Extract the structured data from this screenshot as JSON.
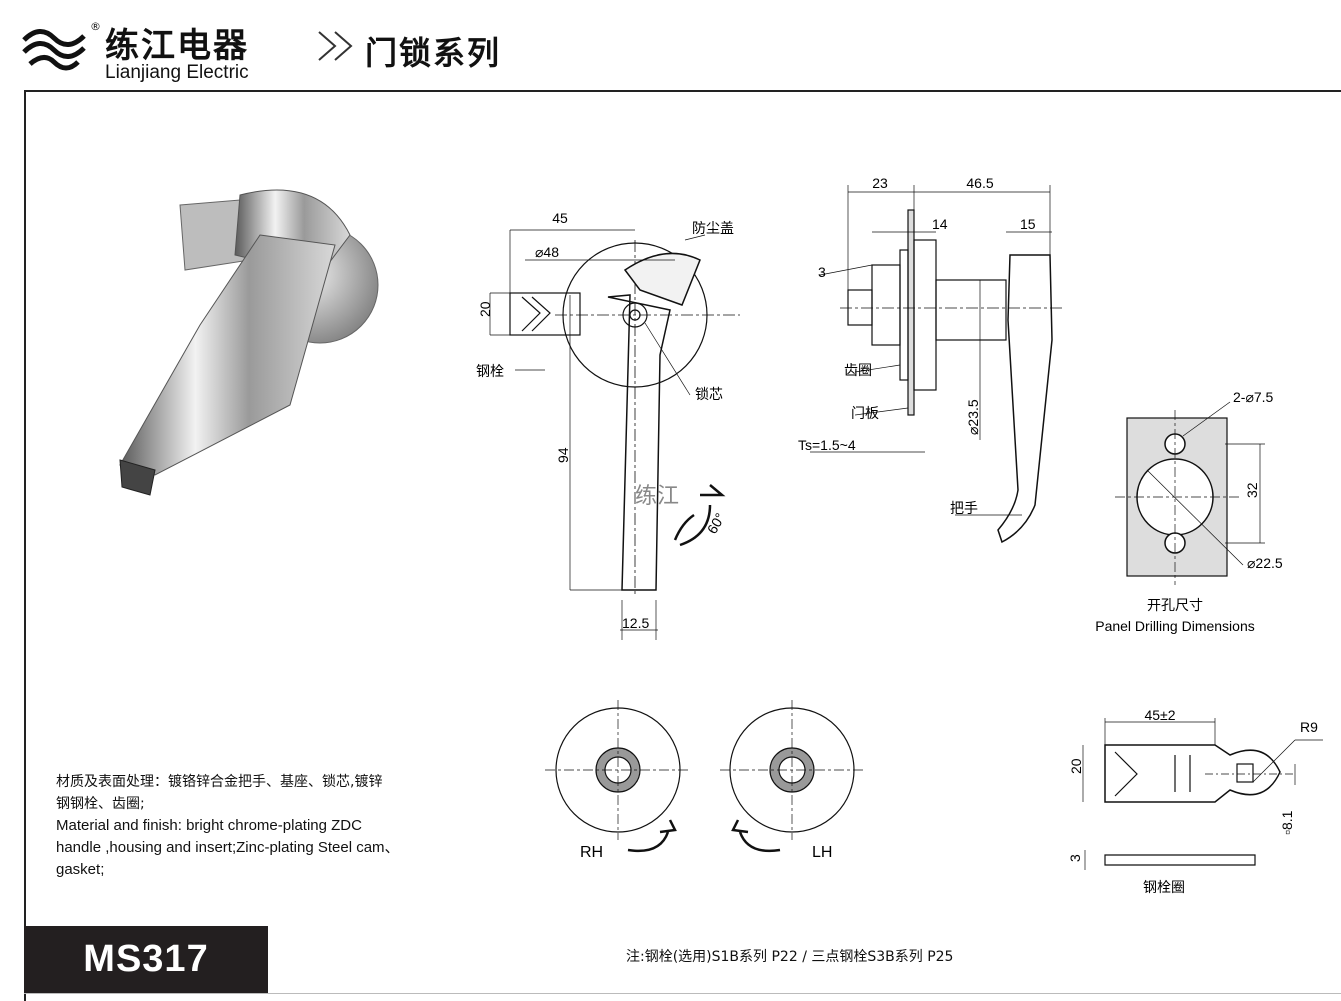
{
  "header": {
    "brand_cn": "练江电器",
    "brand_en": "Lianjiang Electric",
    "registered": "®",
    "series": "门锁系列"
  },
  "front_view": {
    "dim_width": "45",
    "dim_dia": "⌀48",
    "dim_height_bolt": "20",
    "dim_length": "94",
    "dim_handle_width": "12.5",
    "label_dust_cover": "防尘盖",
    "label_bolt": "钢栓",
    "label_core": "锁芯",
    "rotation": "60°",
    "watermark": "练江"
  },
  "side_view": {
    "dim_23": "23",
    "dim_46_5": "46.5",
    "dim_14": "14",
    "dim_15": "15",
    "dim_3": "3",
    "dim_dia_23_5": "⌀23.5",
    "dim_ts": "Ts=1.5~4",
    "label_gear": "齿圈",
    "label_door_panel": "门板",
    "label_handle": "把手"
  },
  "panel_drilling": {
    "dim_holes": "2-⌀7.5",
    "dim_32": "32",
    "dim_22_5": "⌀22.5",
    "title_cn": "开孔尺寸",
    "title_en": "Panel Drilling Dimensions"
  },
  "rotation_views": {
    "rh": "RH",
    "lh": "LH"
  },
  "bolt_detail": {
    "dim_45": "45±2",
    "dim_r9": "R9",
    "dim_20": "20",
    "dim_8_1": "▫8.1",
    "dim_3": "3",
    "label": "钢栓圈"
  },
  "material": {
    "cn_line1": "材质及表面处理：镀铬锌合金把手、基座、锁芯,镀锌",
    "cn_line2": "钢钢栓、齿圈;",
    "en_line1": "Material and finish: bright chrome-plating ZDC",
    "en_line2": "handle ,housing and insert;Zinc-plating Steel cam、",
    "en_line3": "gasket;"
  },
  "footer": {
    "model": "MS317",
    "note": "注:钢栓(选用)S1B系列 P22 / 三点钢栓S3B系列 P25"
  }
}
